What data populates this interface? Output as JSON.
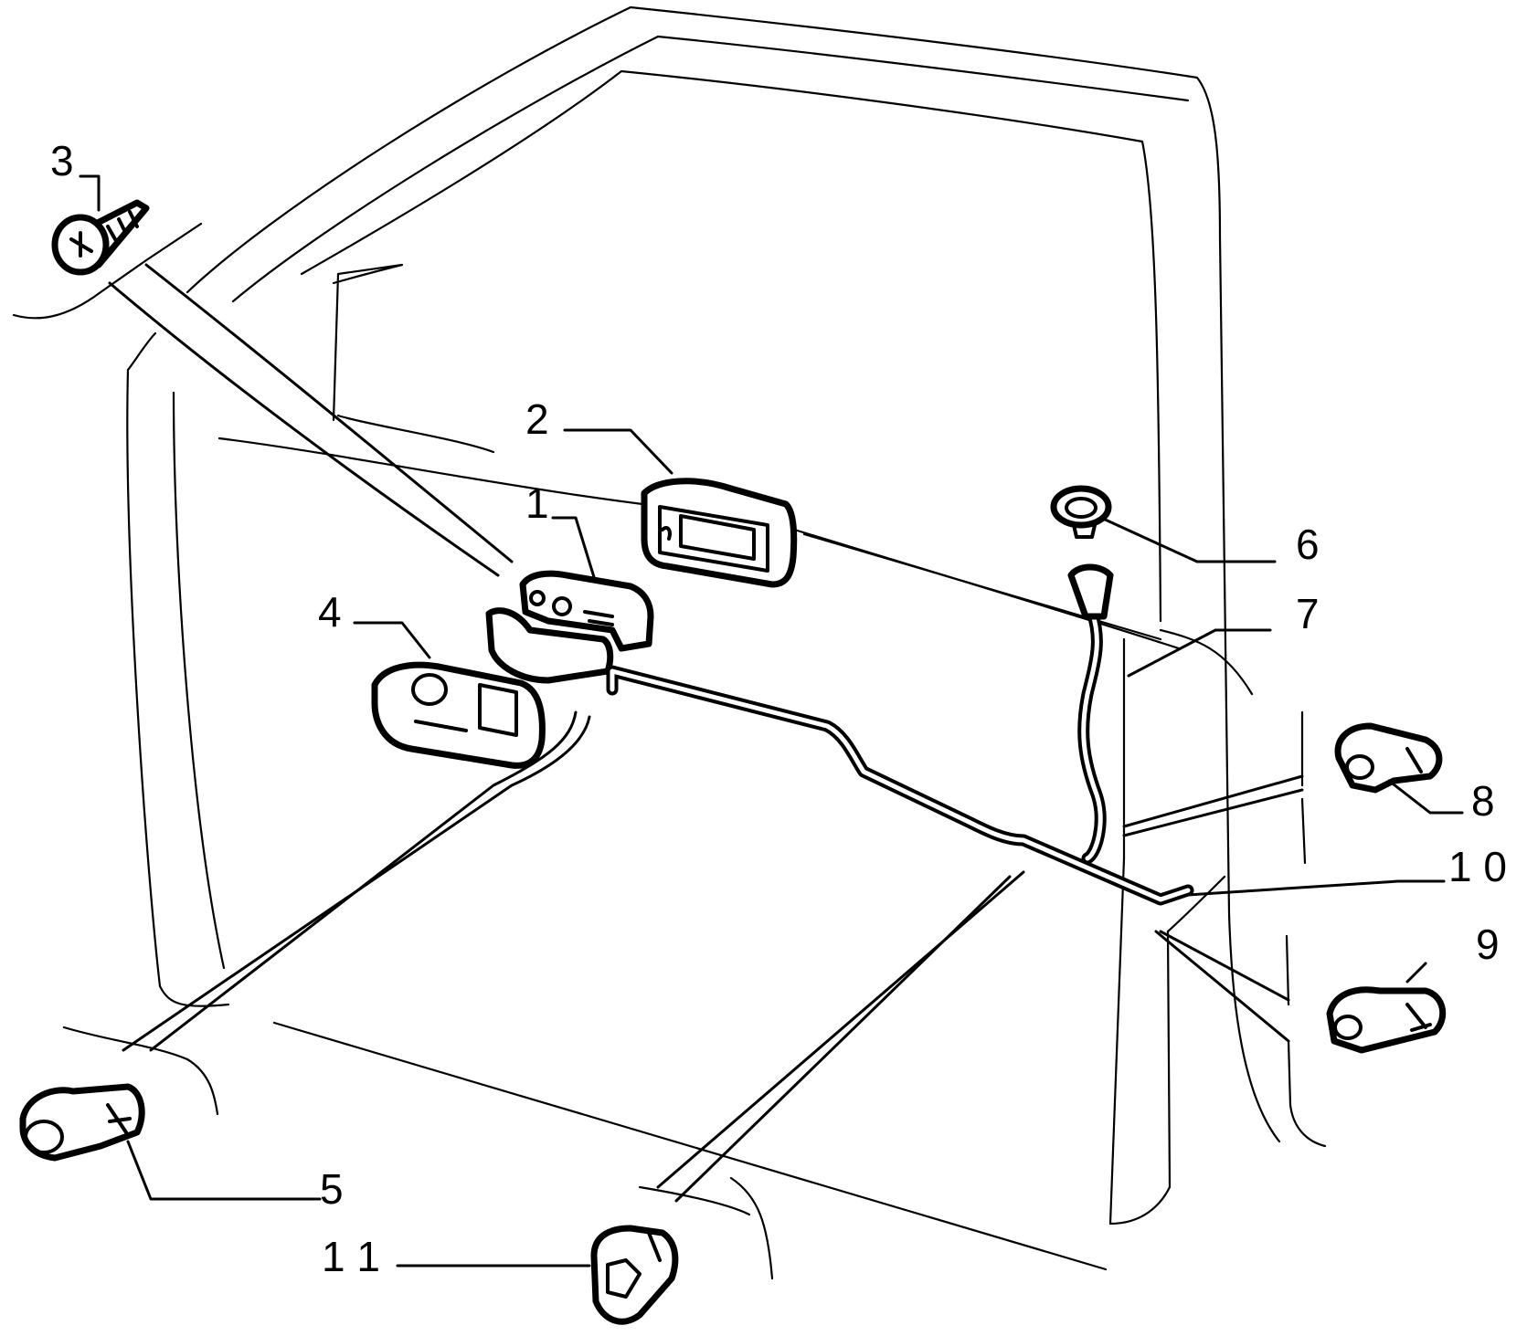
{
  "diagram": {
    "type": "exploded-parts-diagram",
    "subject": "door",
    "callouts": [
      {
        "id": "1",
        "label": "1"
      },
      {
        "id": "2",
        "label": "2"
      },
      {
        "id": "3",
        "label": "3"
      },
      {
        "id": "4",
        "label": "4"
      },
      {
        "id": "5",
        "label": "5"
      },
      {
        "id": "6",
        "label": "6"
      },
      {
        "id": "7",
        "label": "7"
      },
      {
        "id": "8",
        "label": "8"
      },
      {
        "id": "9",
        "label": "9"
      },
      {
        "id": "10",
        "label": "1 0"
      },
      {
        "id": "11",
        "label": "1 1"
      }
    ],
    "line_color": "#000000",
    "background_color": "#ffffff"
  }
}
